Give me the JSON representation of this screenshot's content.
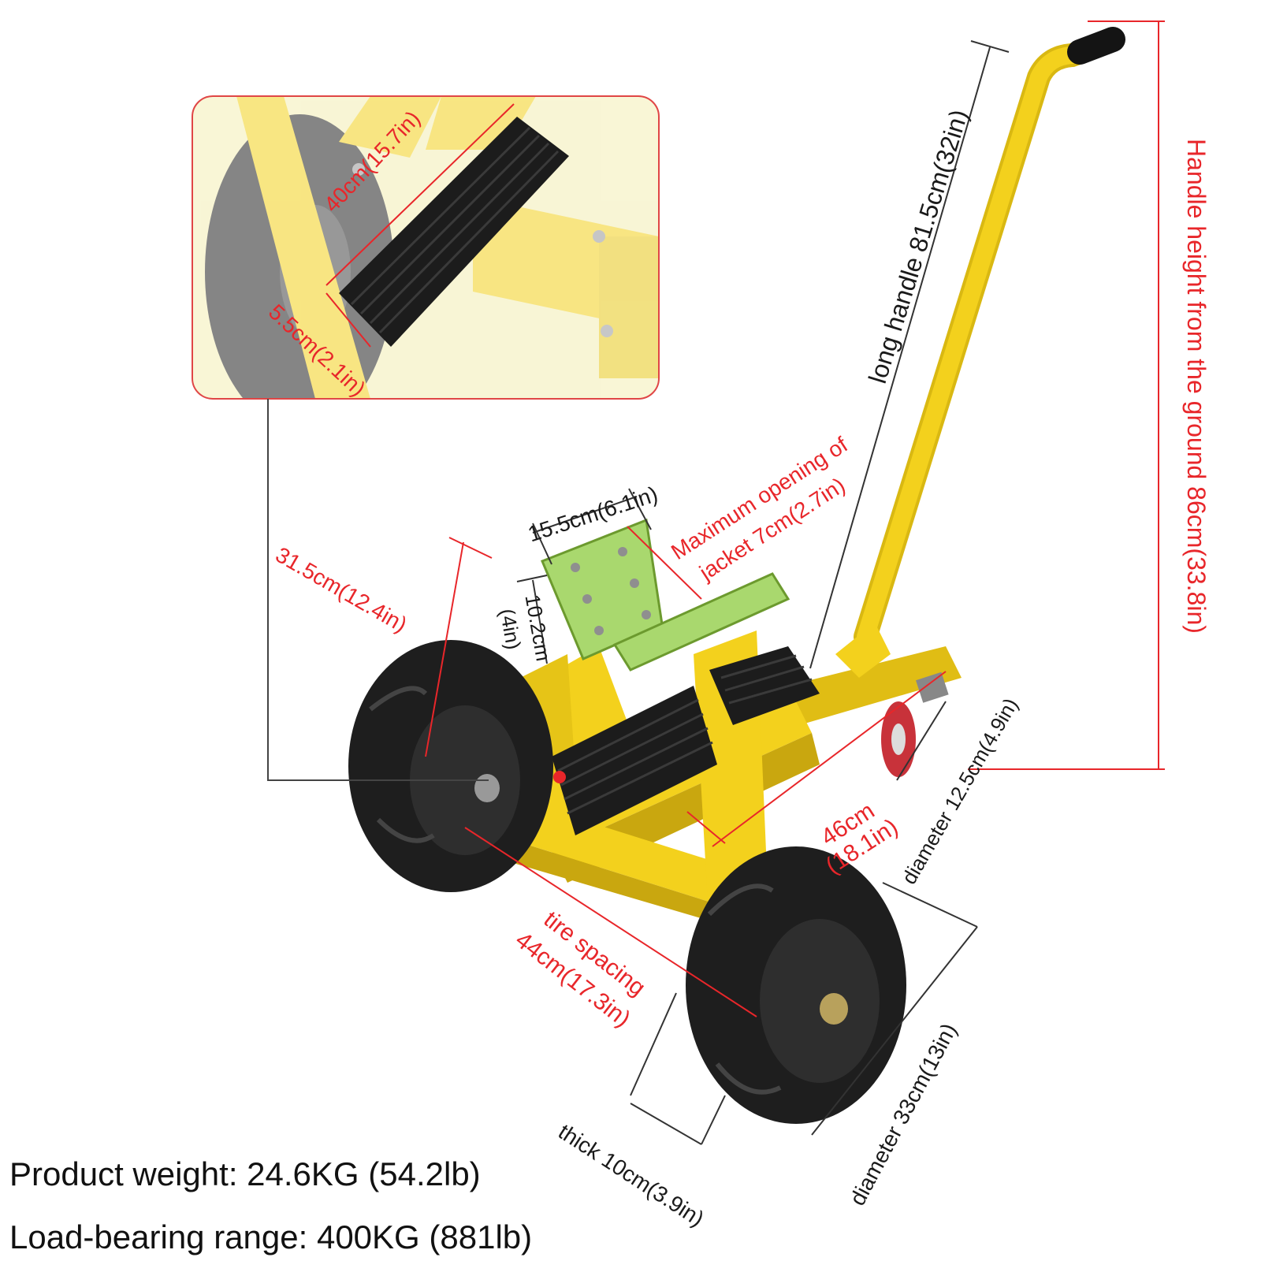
{
  "colors": {
    "frame_yellow": "#f3d11d",
    "tire_black": "#1e1e1e",
    "dimension_red": "#e8262a",
    "dimension_black": "#222222",
    "pad_green": "#a9d86e",
    "caster_red": "#c8323a"
  },
  "inset": {
    "length_label": "40cm(15.7in)",
    "height_label": "5.5cm(2.1in)"
  },
  "dimensions": {
    "long_handle": "long handle 81.5cm(32in)",
    "handle_height": "Handle height from the ground 86cm(33.8in)",
    "arm_width": "15.5cm(6.1in)",
    "max_opening_line1": "Maximum opening of",
    "max_opening_line2": "jacket 7cm(2.7in)",
    "pad_height_line1": "10.2cm",
    "pad_height_line2": "(4in)",
    "front_height": "31.5cm(12.4in)",
    "caster_diameter": "diameter 12.5cm(4.9in)",
    "frame_length_line1": "46cm",
    "frame_length_line2": "(18.1in)",
    "tire_spacing_line1": "tire spacing",
    "tire_spacing_line2": "44cm(17.3in)",
    "wheel_diameter": "diameter 33cm(13in)",
    "tire_thickness": "thick 10cm(3.9in)"
  },
  "captions": {
    "weight": "Product weight: 24.6KG (54.2lb)",
    "load": "Load-bearing range: 400KG (881lb)"
  }
}
